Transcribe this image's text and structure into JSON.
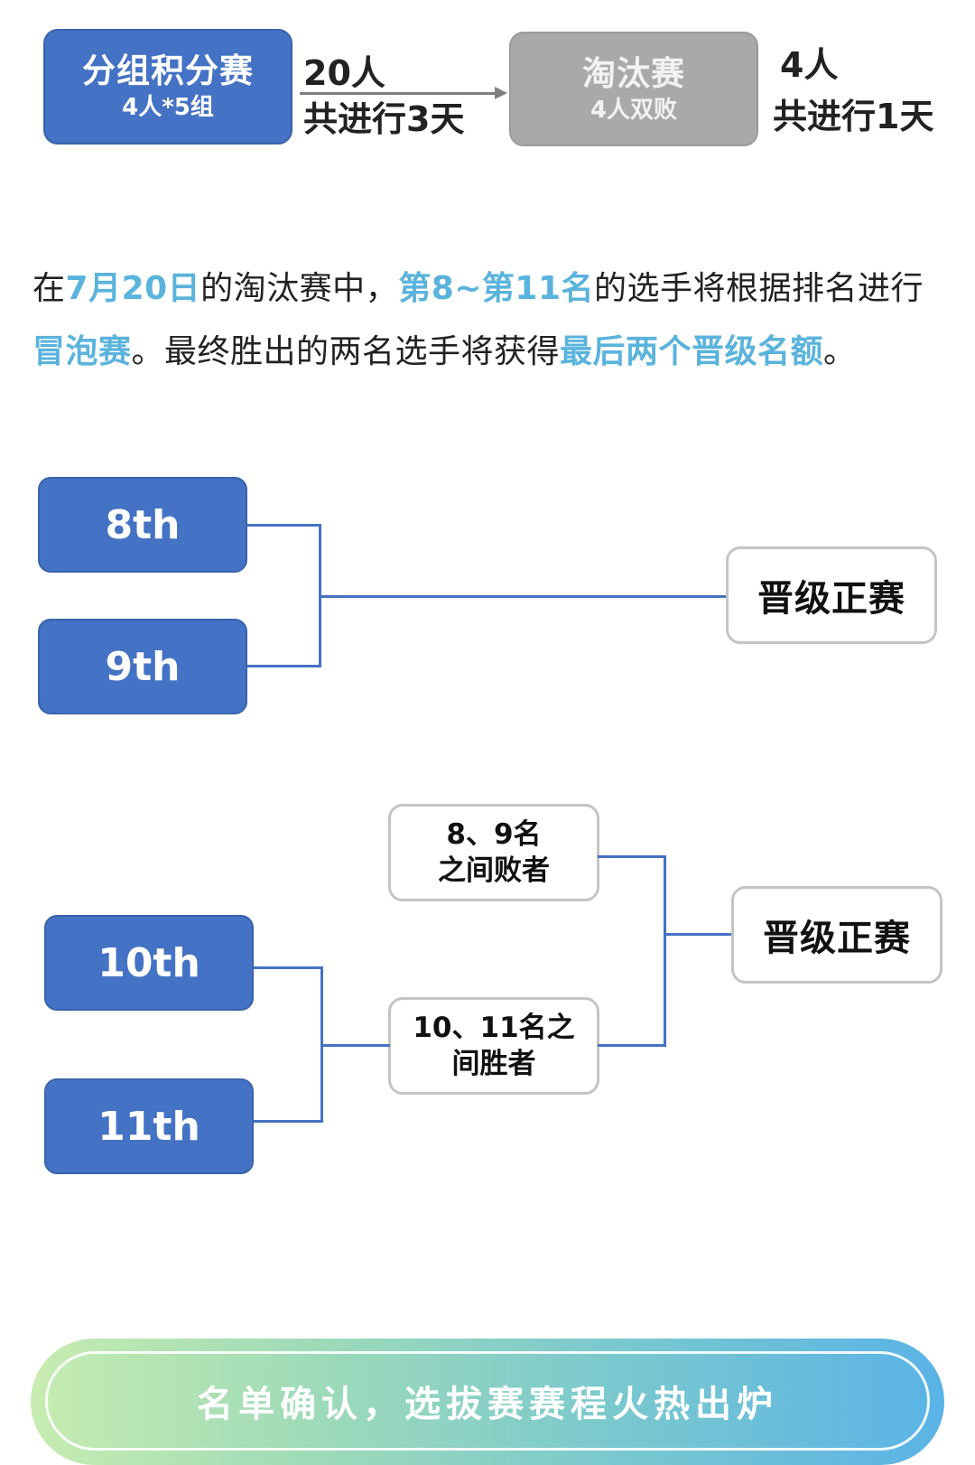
{
  "flow": {
    "stage1_title": "分组积分赛",
    "stage1_sub": "4人*5组",
    "stage1_count": "20人",
    "stage1_duration": "共进行3天",
    "stage2_title": "淘汰赛",
    "stage2_sub": "4人双败",
    "stage2_count": "4人",
    "stage2_duration": "共进行1天"
  },
  "paragraph": {
    "p1": "在",
    "date": "7月20日",
    "p2": "的淘汰赛中，",
    "ranks": "第8~第11名",
    "p3": "的选手将根据排名进行",
    "event": "冒泡赛",
    "p4": "。最终胜出的两名选手将获得",
    "slots": "最后两个晋级名额",
    "p5": "。"
  },
  "bracket": {
    "seed_8": "8th",
    "seed_9": "9th",
    "seed_10": "10th",
    "seed_11": "11th",
    "final_top": "晋级正赛",
    "loser_8_9_line1": "8、9名",
    "loser_8_9_line2": "之间败者",
    "winner_10_11_line1": "10、11名之",
    "winner_10_11_line2": "间胜者",
    "final_bottom": "晋级正赛"
  },
  "colors": {
    "seed_blue": "#4472c4",
    "gray_box": "#a9a9a9",
    "highlight": "#5ab3dc"
  },
  "banner": {
    "text": "名单确认，选拔赛赛程火热出炉"
  }
}
